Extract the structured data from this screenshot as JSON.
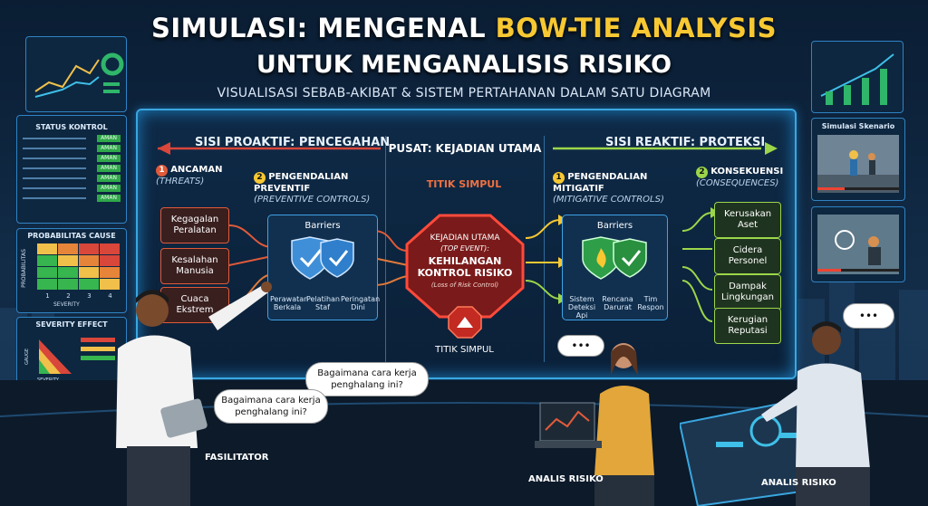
{
  "header": {
    "title_prefix": "SIMULASI: MENGENAL ",
    "title_highlight": "BOW-TIE ANALYSIS",
    "title_line2": "UNTUK MENGANALISIS RISIKO",
    "subtitle": "VISUALISASI SEBAB-AKIBAT & SISTEM PERTAHANAN DALAM SATU DIAGRAM"
  },
  "diagram": {
    "left_header": "SISI PROAKTIF: PENCEGAHAN",
    "center_header": "PUSAT: KEJADIAN UTAMA",
    "right_header": "SISI REAKTIF: PROTEKSI",
    "threats_title": "ANCAMAN",
    "threats_sub": "(THREATS)",
    "threats_num": "1",
    "threats": [
      "Kegagalan Peralatan",
      "Kesalahan Manusia",
      "Cuaca Ekstrem"
    ],
    "preventive_title": "PENGENDALIAN PREVENTIF",
    "preventive_sub": "(PREVENTIVE CONTROLS)",
    "preventive_num": "2",
    "preventive_barrier_label": "Barriers",
    "preventive_items": [
      "Perawatan Berkala",
      "Pelatihan Staf",
      "Peringatan Dini"
    ],
    "knot_top": "TITIK SIMPUL",
    "top_event_label": "KEJADIAN UTAMA",
    "top_event_sub": "(TOP EVENT):",
    "top_event_main": "KEHILANGAN KONTROL RISIKO",
    "top_event_en": "(Loss of Risk Control)",
    "knot_bottom": "TITIK SIMPUL",
    "mitigative_title": "PENGENDALIAN MITIGATIF",
    "mitigative_sub": "(MITIGATIVE CONTROLS)",
    "mitigative_num": "1",
    "mitigative_barrier_label": "Barriers",
    "mitigative_items": [
      "Sistem Deteksi Api",
      "Rencana Darurat",
      "Tim Respon"
    ],
    "consequences_title": "KONSEKUENSI",
    "consequences_sub": "(CONSEQUENCES)",
    "consequences_num": "2",
    "consequences": [
      "Kerusakan Aset",
      "Cidera Personel",
      "Dampak Lingkungan",
      "Kerugian Reputasi"
    ]
  },
  "left_panels": {
    "status_title": "STATUS KONTROL",
    "status_values": [
      "AMAN",
      "AMAN",
      "AMAN",
      "AMAN",
      "AMAN",
      "AMAN",
      "AMAN"
    ],
    "prob_title": "PROBABILITAS CAUSE",
    "prob_ylabel": "PROBABILITAS",
    "prob_xlabel": "SEVERITY",
    "prob_ticks": [
      "1",
      "2",
      "3",
      "4"
    ],
    "effect_title": "SEVERITY EFFECT",
    "effect_ylabel": "GAUGE",
    "effect_xlabel": "SEVERITY"
  },
  "right_panels": {
    "scenario_title": "Simulasi Skenario"
  },
  "people": {
    "facilitator_label": "FASILITATOR",
    "analyst1_label": "ANALIS RISIKO",
    "analyst2_label": "ANALIS RISIKO",
    "speech_center": "Bagaimana cara kerja penghalang ini?",
    "speech_left": "Bagaimana cara kerja penghalang ini?",
    "thought": "•••"
  },
  "colors": {
    "accent_yellow": "#f7c832",
    "threat_red": "#e05a3a",
    "barrier_blue": "#3ea2e6",
    "consequence_green": "#9bd64a",
    "top_event_red": "#d8332a"
  }
}
